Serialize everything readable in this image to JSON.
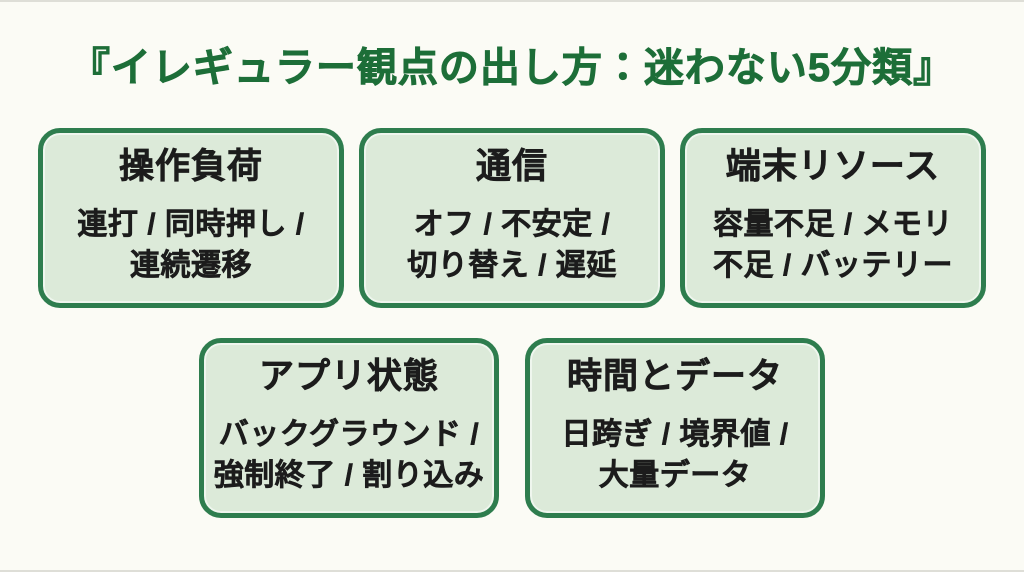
{
  "title": "『イレギュラー観点の出し方：迷わない5分類』",
  "colors": {
    "background": "#fbfbf5",
    "card_fill": "#dcead9",
    "card_border": "#2e7d4e",
    "title_text": "#1d6e38",
    "body_text": "#1c1c1c"
  },
  "cards": [
    {
      "title": "操作負荷",
      "body": "連打 / 同時押し /\n連続遷移"
    },
    {
      "title": "通信",
      "body": "オフ / 不安定 /\n切り替え / 遅延"
    },
    {
      "title": "端末リソース",
      "body": "容量不足 / メモリ\n不足 / バッテリー"
    },
    {
      "title": "アプリ状態",
      "body": "バックグラウンド /\n強制終了 / 割り込み"
    },
    {
      "title": "時間とデータ",
      "body": "日跨ぎ / 境界値 /\n大量データ"
    }
  ]
}
